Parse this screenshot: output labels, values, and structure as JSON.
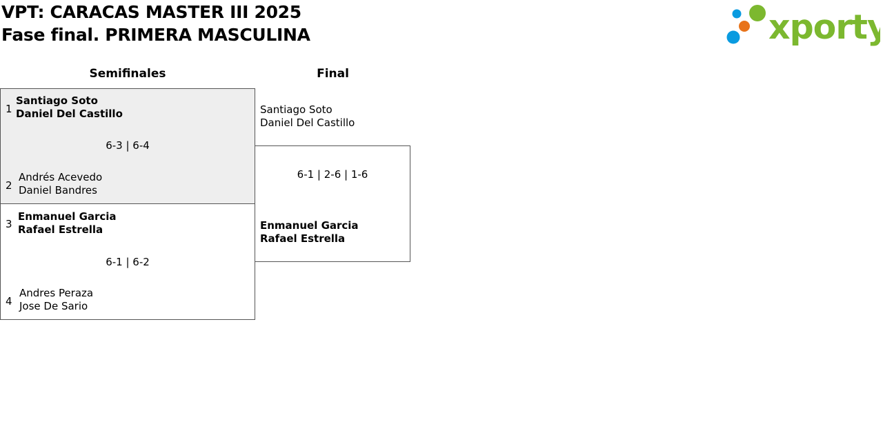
{
  "header": {
    "title": "VPT: CARACAS MASTER III 2025",
    "subtitle": "Fase final. PRIMERA MASCULINA",
    "logo_text": "xporty",
    "colors": {
      "logo_green": "#7cb82f",
      "logo_blue": "#0a9be0",
      "logo_orange": "#e8731a"
    }
  },
  "columns": {
    "semis": "Semifinales",
    "final": "Final"
  },
  "semifinals": [
    {
      "highlighted": true,
      "score": "6-3 | 6-4",
      "top": {
        "seed": "1",
        "player1": "Santiago Soto",
        "player2": "Daniel Del Castillo",
        "winner": true
      },
      "bottom": {
        "seed": "2",
        "player1": "Andrés Acevedo",
        "player2": "Daniel Bandres",
        "winner": false
      }
    },
    {
      "highlighted": false,
      "score": "6-1 | 6-2",
      "top": {
        "seed": "3",
        "player1": "Enmanuel Garcia",
        "player2": "Rafael Estrella",
        "winner": true
      },
      "bottom": {
        "seed": "4",
        "player1": "Andres Peraza",
        "player2": "Jose De Sario",
        "winner": false
      }
    }
  ],
  "final": {
    "score": "6-1 | 2-6 | 1-6",
    "top": {
      "player1": "Santiago Soto",
      "player2": "Daniel Del Castillo",
      "winner": false
    },
    "bottom": {
      "player1": "Enmanuel Garcia",
      "player2": "Rafael Estrella",
      "winner": true
    }
  }
}
